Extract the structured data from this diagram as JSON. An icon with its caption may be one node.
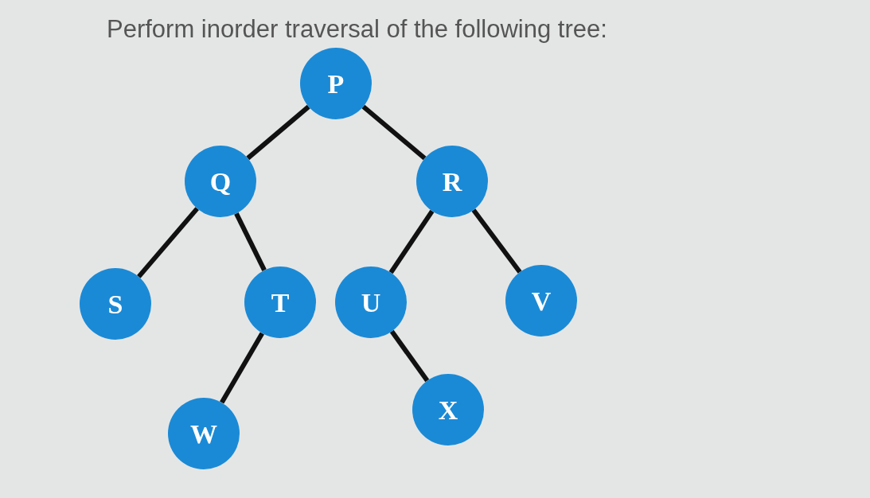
{
  "diagram": {
    "title": "Perform inorder traversal of the following tree:",
    "nodes": [
      {
        "text": [
          "P"
        ]
      },
      {
        "text": [
          "Q"
        ]
      },
      {
        "text": [
          "R"
        ]
      },
      {
        "text": [
          "S"
        ]
      },
      {
        "text": [
          "T"
        ]
      },
      {
        "text": [
          "U"
        ]
      },
      {
        "text": [
          "V"
        ]
      },
      {
        "text": [
          "W"
        ]
      },
      {
        "text": [
          "X"
        ]
      }
    ],
    "edges": [
      {
        "from": 0,
        "to": 1,
        "arrow": "none"
      },
      {
        "from": 0,
        "to": 2,
        "arrow": "none"
      },
      {
        "from": 1,
        "to": 3,
        "arrow": "none"
      },
      {
        "from": 1,
        "to": 4,
        "arrow": "none"
      },
      {
        "from": 2,
        "to": 5,
        "arrow": "none"
      },
      {
        "from": 2,
        "to": 6,
        "arrow": "none"
      },
      {
        "from": 4,
        "to": 7,
        "arrow": "none"
      },
      {
        "from": 5,
        "to": 8,
        "arrow": "none"
      }
    ]
  }
}
